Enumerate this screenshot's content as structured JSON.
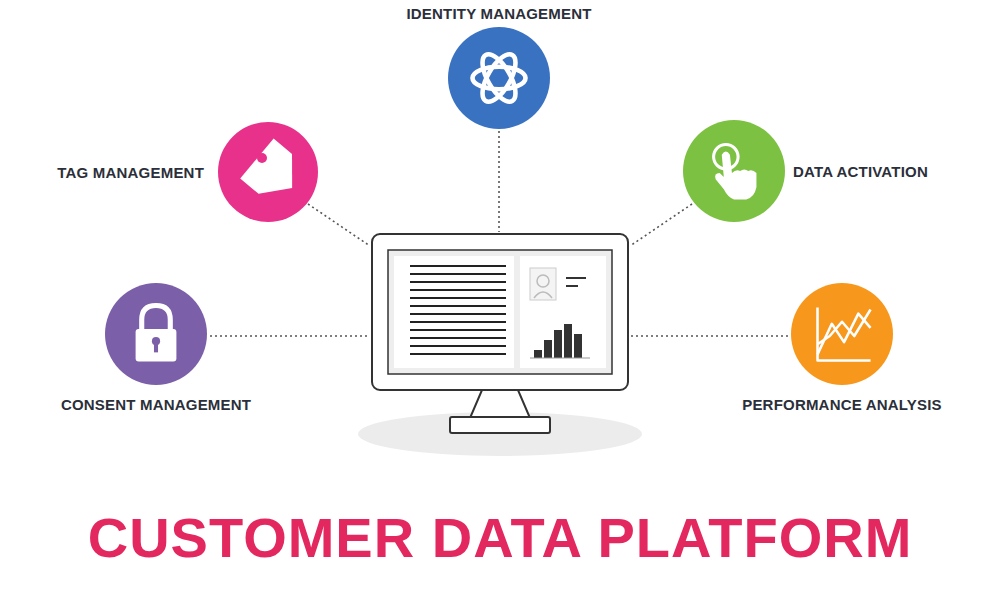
{
  "diagram": {
    "title": "CUSTOMER DATA PLATFORM",
    "nodes": [
      {
        "text": [
          "IDENTITY MANAGEMENT"
        ]
      },
      {
        "text": [
          "TAG MANAGEMENT"
        ]
      },
      {
        "text": [
          "DATA ACTIVATION"
        ]
      },
      {
        "text": [
          "CONSENT MANAGEMENT"
        ]
      },
      {
        "text": [
          "PERFORMANCE ANALYSIS"
        ]
      }
    ]
  }
}
